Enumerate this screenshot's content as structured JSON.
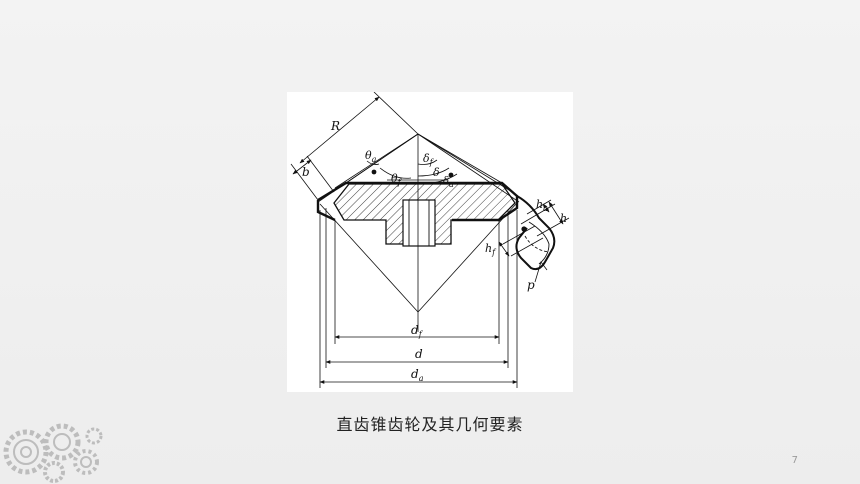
{
  "caption": "直齿锥齿轮及其几何要素",
  "page_number": "7",
  "figure": {
    "labels": {
      "R": "R",
      "b": "b",
      "theta_a": "θ",
      "theta_a_sub": "a",
      "theta_f": "θ",
      "theta_f_sub": "f",
      "delta_f": "δ",
      "delta_f_sub": "f",
      "delta": "δ",
      "delta_a": "δ",
      "delta_a_sub": "a",
      "h_a": "h",
      "h_a_sub": "a",
      "h": "h",
      "h_f": "h",
      "h_f_sub": "f",
      "p": "p",
      "d_f": "d",
      "d_f_sub": "f",
      "d": "d",
      "d_a": "d",
      "d_a_sub": "a"
    }
  },
  "colors": {
    "line": "#111111",
    "caption": "#222222",
    "page_number": "#9a9a9a",
    "gear_decoration": "#bdbdbd"
  },
  "icons": [
    "gear-cluster-icon"
  ]
}
